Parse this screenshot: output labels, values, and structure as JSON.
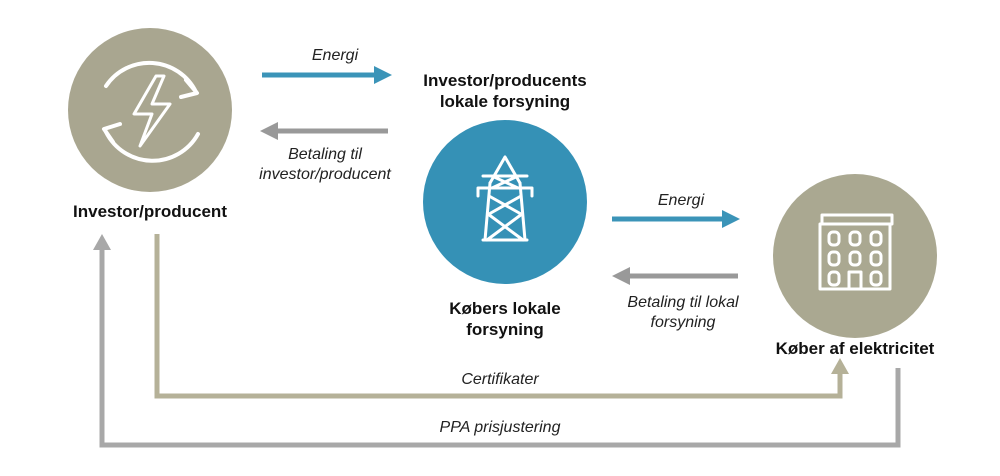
{
  "colors": {
    "producer_circle": "#a9a690",
    "utility_circle": "#3591b6",
    "buyer_circle": "#aaa891",
    "energy_arrow": "#3b94b8",
    "payment_arrow": "#999999",
    "certificate_line": "#b5b198",
    "ppa_line": "#a8a8a8"
  },
  "nodes": {
    "producer": {
      "label": "Investor/producent",
      "icon": "renewable-energy-bolt-icon"
    },
    "producer_utility": {
      "label_line1": "Investor/producents",
      "label_line2": "lokale forsyning"
    },
    "buyer_utility": {
      "label_line1": "Købers lokale",
      "label_line2": "forsyning",
      "icon": "power-pylon-icon"
    },
    "buyer": {
      "label": "Køber af elektricitet",
      "icon": "office-building-icon"
    }
  },
  "flows": {
    "energy_top": "Energi",
    "payment_top_line1": "Betaling til",
    "payment_top_line2": "investor/producent",
    "energy_right": "Energi",
    "payment_right_line1": "Betaling til lokal",
    "payment_right_line2": "forsyning",
    "certificates": "Certifikater",
    "ppa": "PPA prisjustering"
  }
}
